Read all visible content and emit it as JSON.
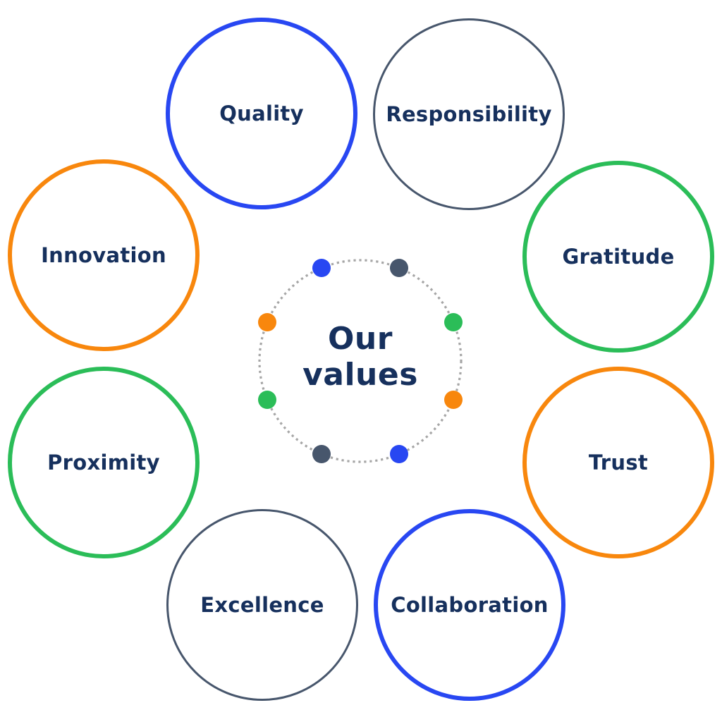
{
  "title": {
    "line1": "Our",
    "line2": "values"
  },
  "palette": {
    "blue": "#2847f2",
    "slate": "#47566c",
    "green": "#2bbd58",
    "orange": "#f8870d",
    "navy": "#16305d",
    "ring_dots": "#a6a6a6"
  },
  "values": [
    {
      "label": "Quality",
      "color": "blue"
    },
    {
      "label": "Responsibility",
      "color": "slate"
    },
    {
      "label": "Gratitude",
      "color": "green"
    },
    {
      "label": "Trust",
      "color": "orange"
    },
    {
      "label": "Collaboration",
      "color": "blue"
    },
    {
      "label": "Excellence",
      "color": "slate"
    },
    {
      "label": "Proximity",
      "color": "green"
    },
    {
      "label": "Innovation",
      "color": "orange"
    }
  ]
}
